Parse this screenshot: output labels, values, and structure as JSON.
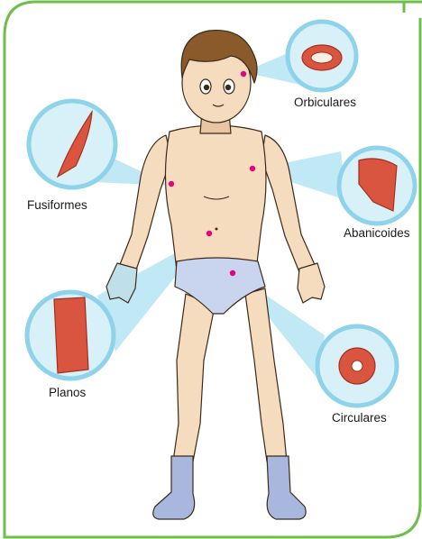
{
  "labels": {
    "orbiculares": "Orbiculares",
    "fusiformes": "Fusiformes",
    "abanicoides": "Abanicoides",
    "planos": "Planos",
    "circulares": "Circulares"
  },
  "colors": {
    "frame_border": "#6cc04a",
    "callout_fill": "#d8f1f8",
    "callout_ring": "#8fd3ea",
    "beam": "#9fdcf0",
    "marker": "#e6007e",
    "skin": "#f6dcbf",
    "skin_shade": "#e9c6a1",
    "hair": "#8a5a2b",
    "briefs": "#c9d4ef",
    "socks": "#a8b7dd",
    "muscle": "#d9553f",
    "muscle_dark": "#a3301f"
  },
  "icons": [
    "pointer-dot-icon",
    "muscle-image"
  ]
}
